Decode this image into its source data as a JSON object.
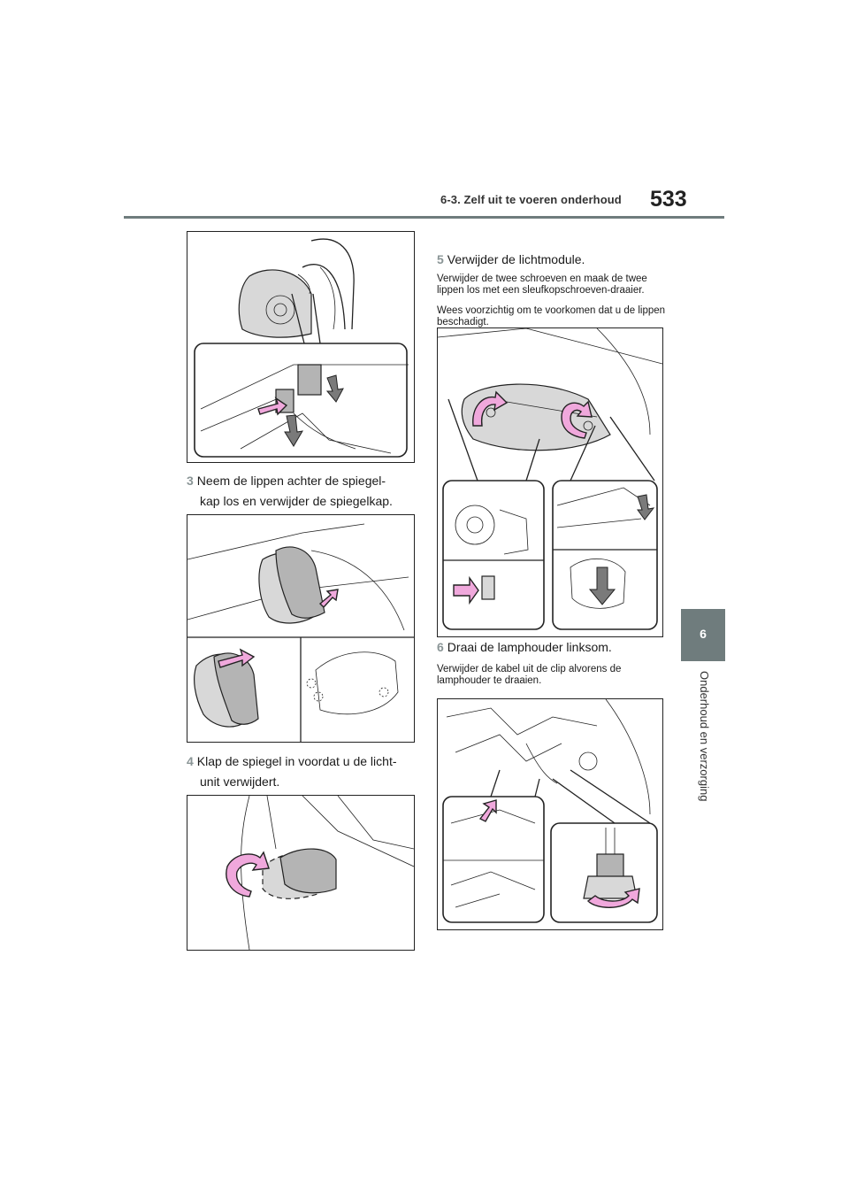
{
  "header": {
    "section_title": "6-3. Zelf uit te voeren onderhoud",
    "page_number": "533"
  },
  "side_tab": {
    "chapter_number": "6",
    "chapter_title": "Onderhoud en verzorging"
  },
  "steps": {
    "step3": {
      "number": "3",
      "line1": "Neem de lippen achter de spiegel-",
      "line2": "kap los en verwijder de spiegelkap."
    },
    "step4": {
      "number": "4",
      "line1": "Klap de spiegel in voordat u de licht-",
      "line2": "unit verwijdert."
    },
    "step5": {
      "number": "5",
      "title": "Verwijder de lichtmodule.",
      "note1": "Verwijder de twee schroeven en maak de twee lippen los met een sleufkopschroeven-draaier.",
      "note2": "Wees voorzichtig om te voorkomen dat u de lippen beschadigt."
    },
    "step6": {
      "number": "6",
      "title": "Draai de lamphouder linksom.",
      "note1": "Verwijder de kabel uit de clip alvorens de lamphouder te draaien."
    }
  },
  "colors": {
    "accent_grey": "#6f7c7d",
    "step_number": "#8a9596",
    "arrow_pink": "#f0a8dc"
  }
}
